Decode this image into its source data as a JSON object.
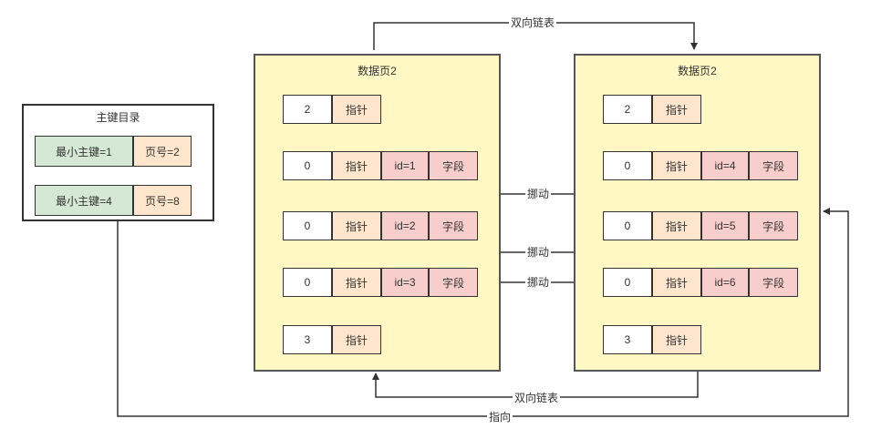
{
  "directory": {
    "title": "主键目录",
    "rows": [
      {
        "min_key": "最小主键=1",
        "page_no": "页号=2"
      },
      {
        "min_key": "最小主键=4",
        "page_no": "页号=8"
      }
    ]
  },
  "pages": [
    {
      "title": "数据页2",
      "rows": [
        {
          "type": "2",
          "pointer": "指针"
        },
        {
          "type": "0",
          "pointer": "指针",
          "id": "id=1",
          "field": "字段"
        },
        {
          "type": "0",
          "pointer": "指针",
          "id": "id=2",
          "field": "字段"
        },
        {
          "type": "0",
          "pointer": "指针",
          "id": "id=3",
          "field": "字段"
        },
        {
          "type": "3",
          "pointer": "指针"
        }
      ]
    },
    {
      "title": "数据页2",
      "rows": [
        {
          "type": "2",
          "pointer": "指针"
        },
        {
          "type": "0",
          "pointer": "指针",
          "id": "id=4",
          "field": "字段"
        },
        {
          "type": "0",
          "pointer": "指针",
          "id": "id=5",
          "field": "字段"
        },
        {
          "type": "0",
          "pointer": "指针",
          "id": "id=6",
          "field": "字段"
        },
        {
          "type": "3",
          "pointer": "指针"
        }
      ]
    }
  ],
  "labels": {
    "doubly_linked_top": "双向链表",
    "doubly_linked_bottom": "双向链表",
    "points_to": "指向",
    "move_1": "挪动",
    "move_2": "挪动",
    "move_3": "挪动"
  },
  "colors": {
    "page_fill": "#fff8c5",
    "pointer_fill": "#ffe6cc",
    "record_fill": "#f8cecc",
    "dir_key_fill": "#d5e8d4"
  }
}
